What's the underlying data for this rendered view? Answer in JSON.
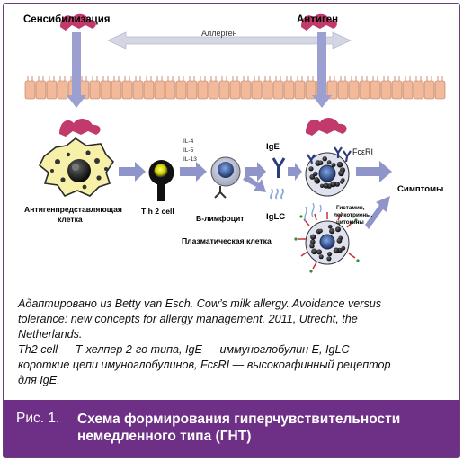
{
  "diagram": {
    "sensitization_label": "Сенсибилизация",
    "antigen_label": "Антиген",
    "allergen_label": "Аллерген",
    "apc_label_line1": "Антигенпредставляющая",
    "apc_label_line2": "клетка",
    "th2_label": "T h 2 cell",
    "il4": "IL-4",
    "il5": "IL-5",
    "il13": "IL-13",
    "bcell_label": "B-лимфоцит",
    "ige_label": "IgE",
    "iglc_label": "IgLC",
    "plasma_label": "Плазматическая клетка",
    "fceri_label": "FcεRI",
    "mediators_line1": "Гистамин,",
    "mediators_line2": "лейкотриены,",
    "mediators_line3": "цитокины",
    "symptoms_label": "Симптомы"
  },
  "caption": {
    "line1": "Адаптировано из Betty van Esch. Cow’s milk allergy. Avoidance versus",
    "line2": "tolerance: new concepts for allergy management. 2011, Utrecht, the",
    "line3": "Netherlands.",
    "line4": "Th2 cell — Т-хелпер 2-го типа, IgE — иммуноглобулин E, IgLC —",
    "line5": "короткие цепи имуноглобулинов, FcεRI — высокоафинный рецептор",
    "line6": "для IgE."
  },
  "figure": {
    "number": "Рис. 1.",
    "title": "Схема формирования гиперчувствительности немедленного типа (ГНТ)"
  },
  "colors": {
    "banner": "#6e2f86",
    "epithelium": "#f2b99a",
    "allergen": "#c23a6b",
    "arrow": "#8f95c8"
  }
}
